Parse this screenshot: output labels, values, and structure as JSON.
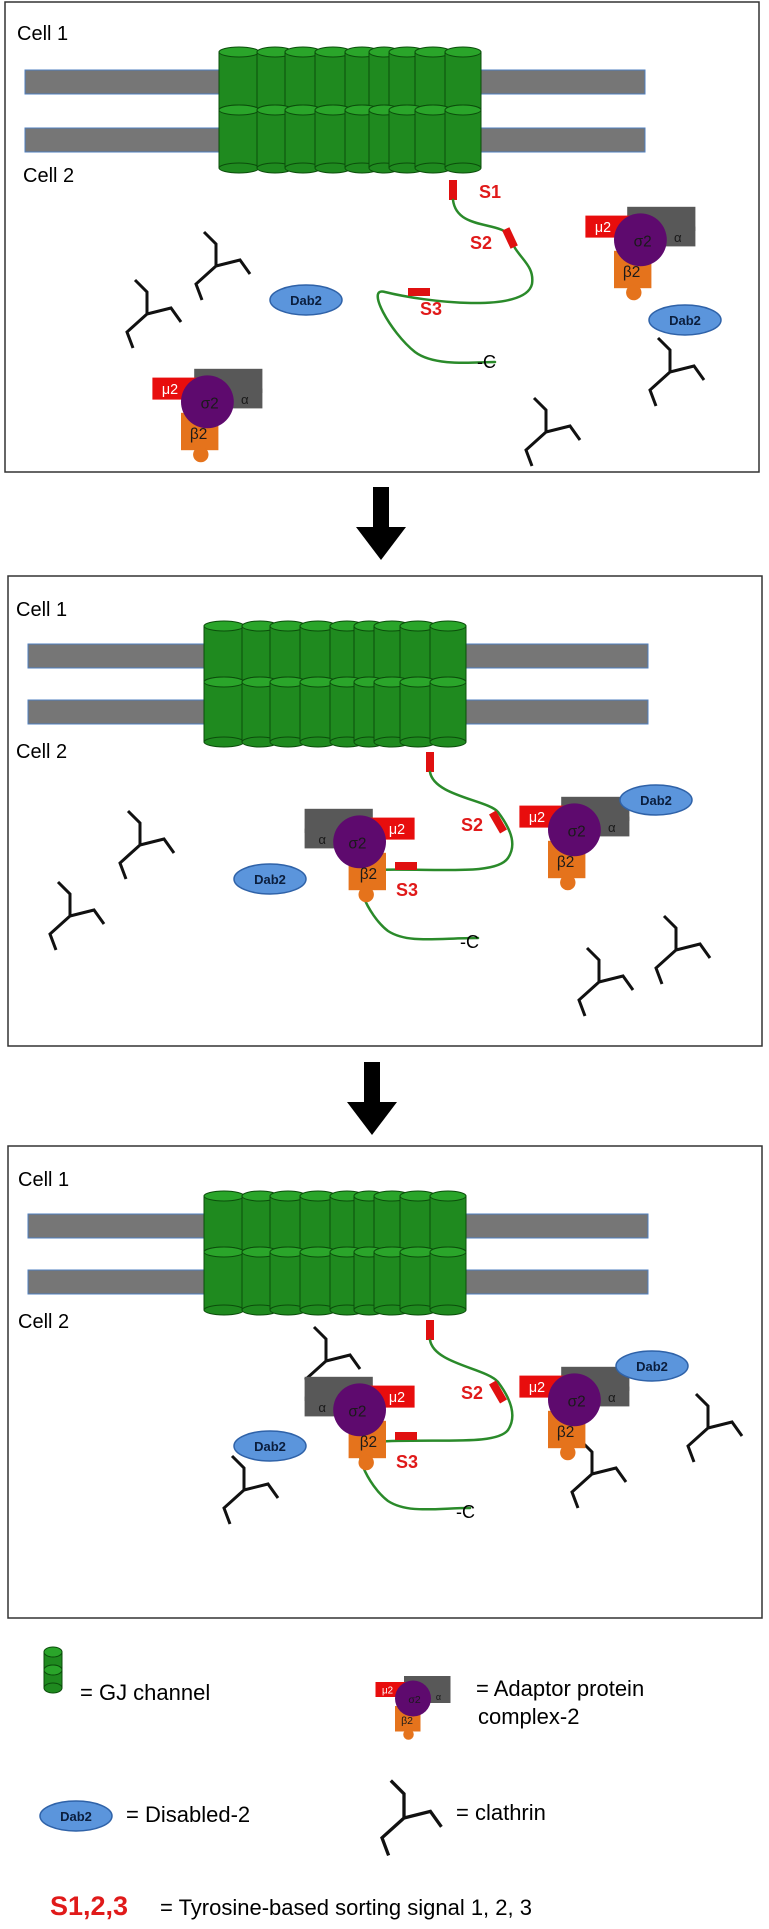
{
  "colors": {
    "membrane": "#767676",
    "membrane_stroke": "#4f7fbf",
    "channel": "#1f8a1f",
    "channel_stroke": "#0b4d0b",
    "tail": "#2a8a2a",
    "signal": "#e01010",
    "mu2": "#e80d0d",
    "alpha": "#585858",
    "sigma2": "#5e0a6e",
    "beta2": "#e5731c",
    "dab2_fill": "#5b95dc",
    "dab2_stroke": "#2f62a8",
    "clathrin": "#111111",
    "signal_text": "#e01a1a"
  },
  "panels": [
    {
      "cell1": "Cell 1",
      "cell2": "Cell 2",
      "signals": [
        "S1",
        "S2",
        "S3"
      ],
      "c_terminus": "-C",
      "adaptor_labels": [
        "μ2",
        "σ2",
        "α",
        "β2"
      ],
      "dab2": "Dab2"
    },
    {
      "cell1": "Cell 1",
      "cell2": "Cell 2",
      "signals": [
        "S2",
        "S3"
      ],
      "c_terminus": "-C",
      "adaptor_labels": [
        "μ2",
        "σ2",
        "α",
        "β2"
      ],
      "dab2": "Dab2"
    },
    {
      "cell1": "Cell 1",
      "cell2": "Cell 2",
      "signals": [
        "S2",
        "S3"
      ],
      "c_terminus": "-C",
      "adaptor_labels": [
        "μ2",
        "σ2",
        "α",
        "β2"
      ],
      "dab2": "Dab2"
    }
  ],
  "legend": {
    "gj_channel": "= GJ channel",
    "adaptor_line1": "= Adaptor protein",
    "adaptor_line2": "complex-2",
    "dab2_icon": "Dab2",
    "dab2_text": "= Disabled-2",
    "clathrin_text": "= clathrin",
    "signals_key": "S1,2,3",
    "signals_text": "= Tyrosine-based sorting signal 1, 2, 3"
  }
}
